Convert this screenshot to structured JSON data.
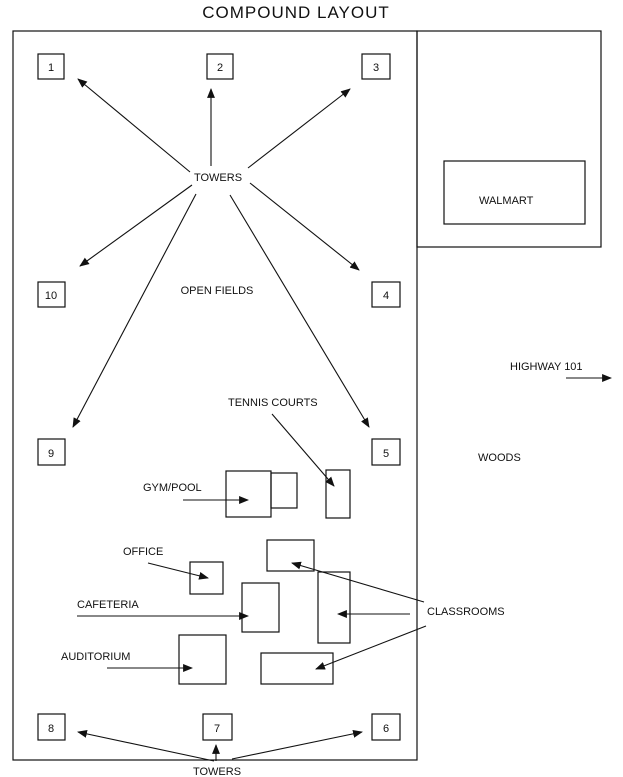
{
  "title": "COMPOUND LAYOUT",
  "towers": {
    "label_top": "TOWERS",
    "label_bottom": "TOWERS",
    "numbers": [
      "1",
      "2",
      "3",
      "4",
      "5",
      "6",
      "7",
      "8",
      "9",
      "10"
    ]
  },
  "areas": {
    "open_fields": "OPEN FIELDS",
    "walmart": "WALMART",
    "highway": "HIGHWAY 101",
    "woods": "WOODS"
  },
  "buildings": {
    "tennis_courts": "TENNIS COURTS",
    "gym_pool": "GYM/POOL",
    "office": "OFFICE",
    "cafeteria": "CAFETERIA",
    "auditorium": "AUDITORIUM",
    "classrooms": "CLASSROOMS"
  }
}
